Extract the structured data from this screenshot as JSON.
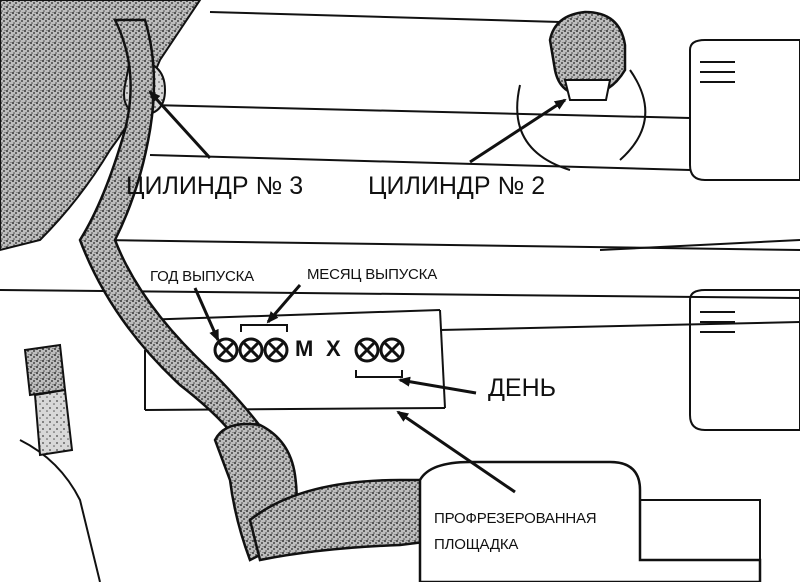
{
  "labels": {
    "cylinder3": "ЦИЛИНДР № 3",
    "cylinder2": "ЦИЛИНДР № 2",
    "year": "ГОД ВЫПУСКА",
    "month": "МЕСЯЦ ВЫПУСКА",
    "day": "ДЕНЬ",
    "pad_line1": "ПРОФРЕЗЕРОВАННАЯ",
    "pad_line2": "ПЛОЩАДКА"
  },
  "code": {
    "letter_m": "M",
    "letter_x": "X"
  },
  "colors": {
    "ink": "#111111",
    "paper": "#ffffff",
    "texture": "#777777"
  }
}
